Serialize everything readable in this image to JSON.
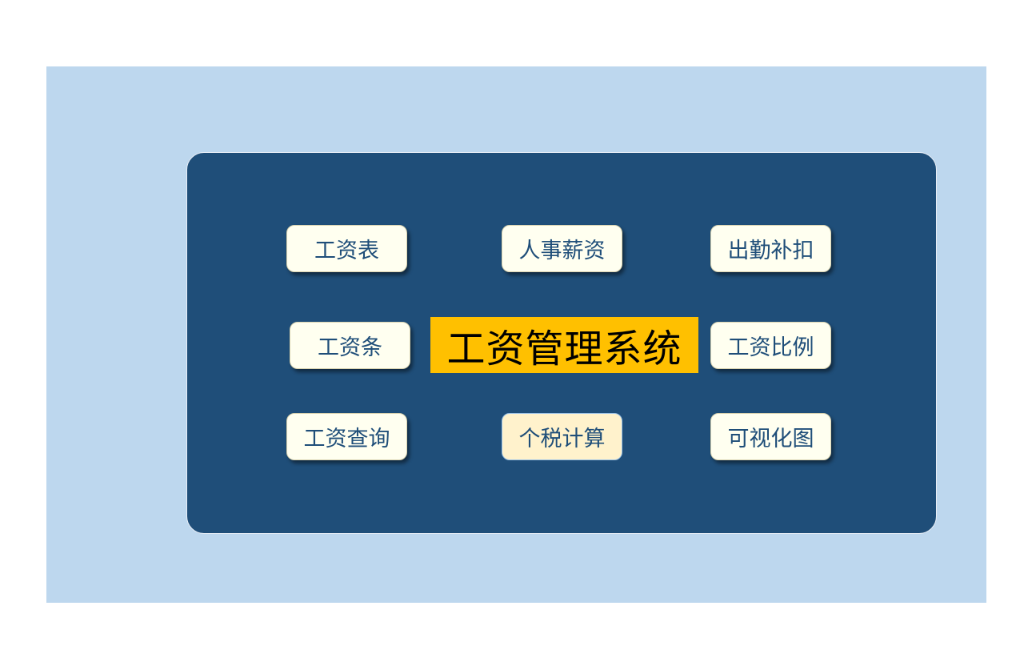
{
  "title": "工资管理系统",
  "colors": {
    "background_area": "#bdd7ee",
    "panel": "#1f4e79",
    "title_bg": "#ffc000",
    "button_bg": "#fffff0",
    "button_text": "#1f4e79",
    "button_alt_bg": "#fff2cc"
  },
  "buttons": [
    {
      "label": "工资表"
    },
    {
      "label": "人事薪资"
    },
    {
      "label": "出勤补扣"
    },
    {
      "label": "工资条"
    },
    {
      "label": "工资比例"
    },
    {
      "label": "工资查询"
    },
    {
      "label": "个税计算"
    },
    {
      "label": "可视化图"
    }
  ]
}
